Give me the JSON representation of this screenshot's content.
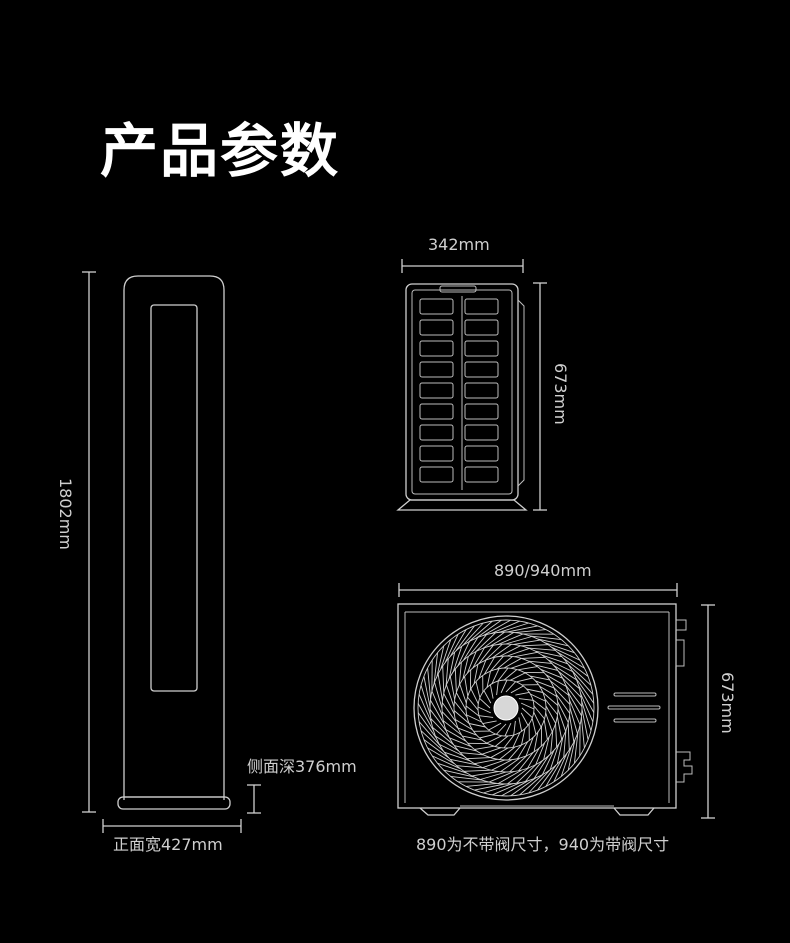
{
  "title": "产品参数",
  "indoor": {
    "height_label": "1802mm",
    "width_label": "正面宽427mm",
    "depth_label": "侧面深376mm"
  },
  "outdoor_side": {
    "depth_label": "342mm",
    "height_label": "673mm"
  },
  "outdoor_front": {
    "width_label": "890/940mm",
    "height_label": "673mm",
    "note": "890为不带阀尺寸，940为带阀尺寸"
  }
}
